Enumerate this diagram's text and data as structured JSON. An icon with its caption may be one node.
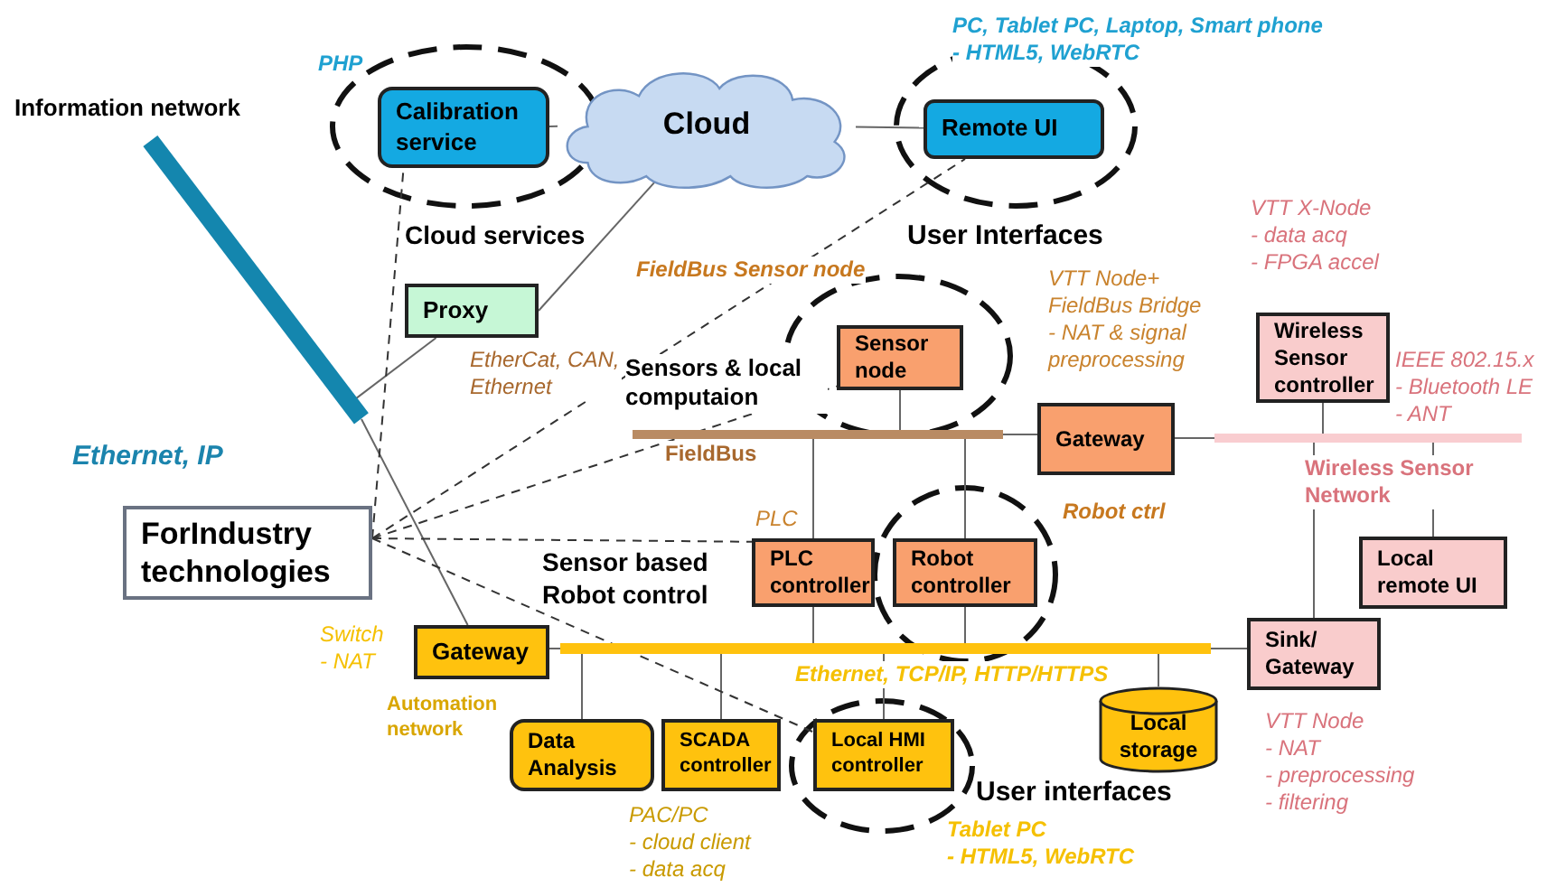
{
  "diagram": {
    "nodes": [
      {
        "text": [
          "Calibration service"
        ],
        "beside": [
          "PHP"
        ]
      },
      {
        "text": [
          "Cloud"
        ]
      },
      {
        "text": [
          "Remote UI"
        ],
        "beside": [
          "PC, Tablet PC, Laptop,  Smart phone",
          "- HTML5, WebRTC"
        ]
      },
      {
        "text": [
          "Proxy"
        ]
      },
      {
        "text": [],
        "shape": "bar"
      },
      {
        "text": [
          "Sensor node"
        ],
        "beside": [
          "FieldBus Sensor node"
        ]
      },
      {
        "text": [],
        "shape": "bar"
      },
      {
        "text": [
          "Gateway"
        ],
        "beside": [
          "VTT Node+",
          "FieldBus Bridge",
          "- NAT & signal preprocessing"
        ]
      },
      {
        "text": [
          "Wireless Sensor controller"
        ],
        "beside": [
          "VTT X-Node",
          "- data acq",
          "- FPGA accel"
        ]
      },
      {
        "text": [],
        "shape": "bar"
      },
      {
        "text": [
          "ForIndustry technologies"
        ]
      },
      {
        "text": [
          "PLC controller"
        ],
        "beside": [
          "PLC"
        ]
      },
      {
        "text": [
          "Robot controller"
        ],
        "beside": [
          "Robot ctrl"
        ]
      },
      {
        "text": [
          "Local remote UI"
        ]
      },
      {
        "text": [
          "Gateway"
        ],
        "beside": [
          "Switch",
          "- NAT"
        ]
      },
      {
        "text": [],
        "shape": "bar"
      },
      {
        "text": [
          "Sink/ Gateway"
        ],
        "beside": [
          "VTT Node",
          "- NAT",
          "- preprocessing",
          "- filtering"
        ]
      },
      {
        "text": [
          "Data Analysis"
        ]
      },
      {
        "text": [
          "SCADA controller"
        ],
        "beside": [
          "PAC/PC",
          "- cloud client",
          "- data acq"
        ]
      },
      {
        "text": [
          "Local HMI controller"
        ],
        "beside": [
          "Tablet PC",
          "- HTML5, WebRTC"
        ]
      },
      {
        "text": [
          "Local storage"
        ]
      }
    ],
    "edges": [
      {
        "from": 0,
        "to": 1,
        "arrow": "none"
      },
      {
        "from": 1,
        "to": 2,
        "arrow": "none"
      },
      {
        "from": 1,
        "to": 3,
        "arrow": "none"
      },
      {
        "from": 3,
        "to": 4,
        "arrow": "none"
      },
      {
        "from": 4,
        "to": 14,
        "arrow": "none"
      },
      {
        "from": 5,
        "to": 6,
        "arrow": "none"
      },
      {
        "from": 6,
        "to": 7,
        "arrow": "none"
      },
      {
        "from": 7,
        "to": 9,
        "arrow": "none"
      },
      {
        "from": 8,
        "to": 9,
        "arrow": "none"
      },
      {
        "from": 9,
        "to": 13,
        "arrow": "none"
      },
      {
        "from": 9,
        "to": 16,
        "arrow": "none"
      },
      {
        "from": 6,
        "to": 11,
        "arrow": "none"
      },
      {
        "from": 6,
        "to": 12,
        "arrow": "none"
      },
      {
        "from": 11,
        "to": 15,
        "arrow": "none"
      },
      {
        "from": 12,
        "to": 15,
        "arrow": "none"
      },
      {
        "from": 14,
        "to": 15,
        "arrow": "none"
      },
      {
        "from": 15,
        "to": 16,
        "arrow": "none"
      },
      {
        "from": 15,
        "to": 17,
        "arrow": "none"
      },
      {
        "from": 15,
        "to": 18,
        "arrow": "none"
      },
      {
        "from": 15,
        "to": 19,
        "arrow": "none"
      },
      {
        "from": 15,
        "to": 20,
        "arrow": "none"
      },
      {
        "from": 10,
        "to": 0,
        "arrow": "none",
        "style": "dashed"
      },
      {
        "from": 10,
        "to": 2,
        "arrow": "none",
        "style": "dashed"
      },
      {
        "from": 10,
        "to": 5,
        "arrow": "none",
        "style": "dashed"
      },
      {
        "from": 10,
        "to": 11,
        "arrow": "none",
        "style": "dashed"
      },
      {
        "from": 10,
        "to": 19,
        "arrow": "none",
        "style": "dashed"
      }
    ],
    "labels": [
      "Information network",
      "Cloud services",
      "User Interfaces",
      "Ethernet, IP",
      "EtherCat, CAN, Ethernet",
      "Sensors & local computaion",
      "FieldBus",
      "IEEE 802.15.x",
      "- Bluetooth LE",
      "- ANT",
      "Wireless Sensor Network",
      "Sensor based Robot control",
      "Automation network",
      "Ethernet, TCP/IP, HTTP/HTTPS",
      "User interfaces"
    ]
  }
}
